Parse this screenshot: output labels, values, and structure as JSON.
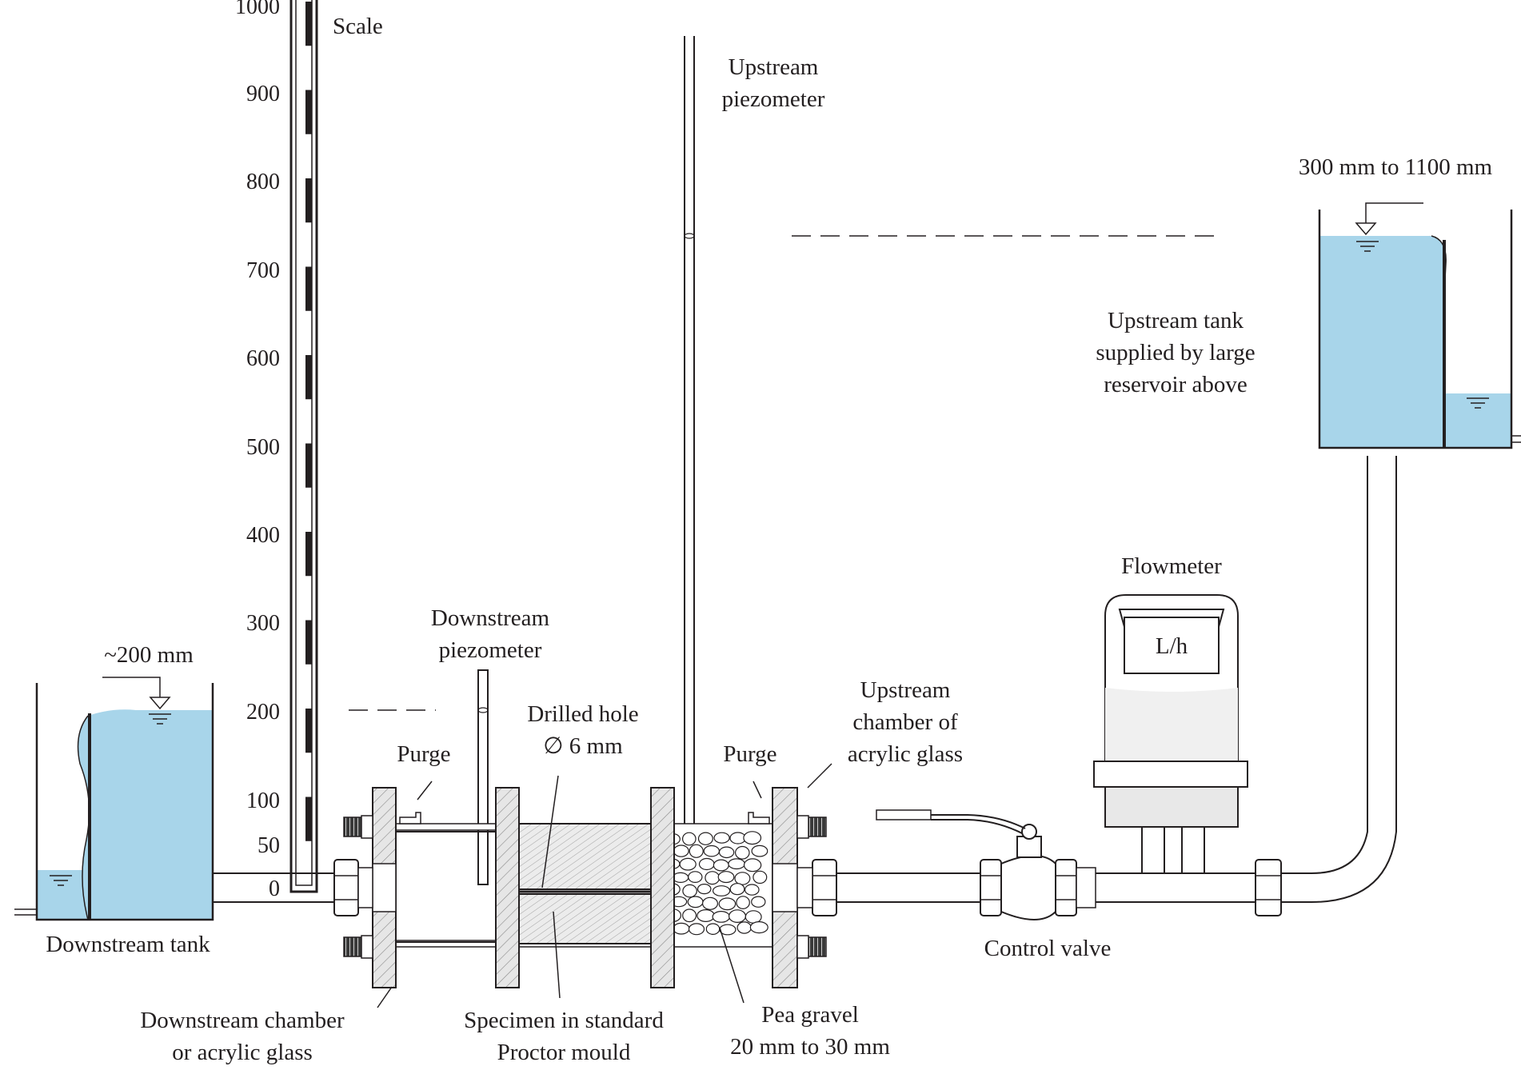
{
  "scale": {
    "title": "Scale",
    "ticks": [
      "1000",
      "900",
      "800",
      "700",
      "600",
      "500",
      "400",
      "300",
      "200",
      "100",
      "50",
      "0"
    ]
  },
  "labels": {
    "upstream_piezometer": [
      "Upstream",
      "piezometer"
    ],
    "upstream_head_range": "300 mm to 1100 mm",
    "upstream_tank": [
      "Upstream tank",
      "supplied by large",
      "reservoir above"
    ],
    "flowmeter": "Flowmeter",
    "flowmeter_unit": "L/h",
    "downstream_head": "~200 mm",
    "downstream_piezometer": [
      "Downstream",
      "piezometer"
    ],
    "drilled_hole": [
      "Drilled hole",
      "∅ 6 mm"
    ],
    "purge_left": "Purge",
    "purge_right": "Purge",
    "upstream_chamber": [
      "Upstream",
      "chamber of",
      "acrylic glass"
    ],
    "downstream_tank": "Downstream tank",
    "control_valve": "Control valve",
    "downstream_chamber": [
      "Downstream chamber",
      "or acrylic glass"
    ],
    "specimen": [
      "Specimen in standard",
      "Proctor mould"
    ],
    "pea_gravel": [
      "Pea gravel",
      "20 mm to 30 mm"
    ]
  },
  "colors": {
    "water": "#a8d5ea",
    "line": "#231f20",
    "flange": "#e4e4e4",
    "hatch": "#bdbdbd"
  }
}
